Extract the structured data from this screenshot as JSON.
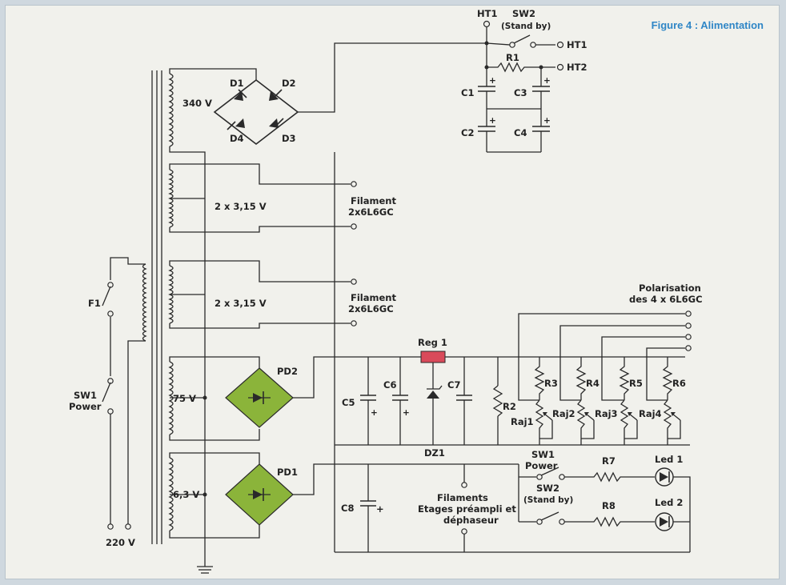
{
  "figure_title": "Figure 4 : Alimentation",
  "colors": {
    "accent": "#2f86c6",
    "bridge": "#8bb43a",
    "regulator": "#d94a5a",
    "paper": "#f1f1ec"
  },
  "labels": {
    "ht1_top": "HT1",
    "sw2_top": "SW2",
    "sw2_top_sub": "(Stand by)",
    "ht1_out": "HT1",
    "ht2_out": "HT2",
    "r1": "R1",
    "c1": "C1",
    "c2": "C2",
    "c3": "C3",
    "c4": "C4",
    "d1": "D1",
    "d2": "D2",
    "d3": "D3",
    "d4": "D4",
    "v340": "340 V",
    "v315a": "2 x 3,15 V",
    "v315b": "2 x 3,15 V",
    "v75": "75 V",
    "v63": "6,3 V",
    "v220": "220 V",
    "filament1": "Filament",
    "filament1_sub": "2x6L6GC",
    "filament2": "Filament",
    "filament2_sub": "2x6L6GC",
    "f1": "F1",
    "sw1": "SW1",
    "sw1_sub": "Power",
    "pd1": "PD1",
    "pd2": "PD2",
    "reg1": "Reg 1",
    "c5": "C5",
    "c6": "C6",
    "c7": "C7",
    "c8": "C8",
    "dz1": "DZ1",
    "r2": "R2",
    "r3": "R3",
    "r4": "R4",
    "r5": "R5",
    "r6": "R6",
    "raj1": "Raj1",
    "raj2": "Raj2",
    "raj3": "Raj3",
    "raj4": "Raj4",
    "polarisation": "Polarisation",
    "polarisation_sub": "des 4 x 6L6GC",
    "sw1_bottom": "SW1",
    "sw1_bottom_sub": "Power",
    "sw2_bottom": "SW2",
    "sw2_bottom_sub": "(Stand by)",
    "r7": "R7",
    "r8": "R8",
    "led1": "Led 1",
    "led2": "Led 2",
    "filaments": "Filaments",
    "filaments_sub1": "Etages préampli et",
    "filaments_sub2": "déphaseur",
    "plus": "+"
  }
}
